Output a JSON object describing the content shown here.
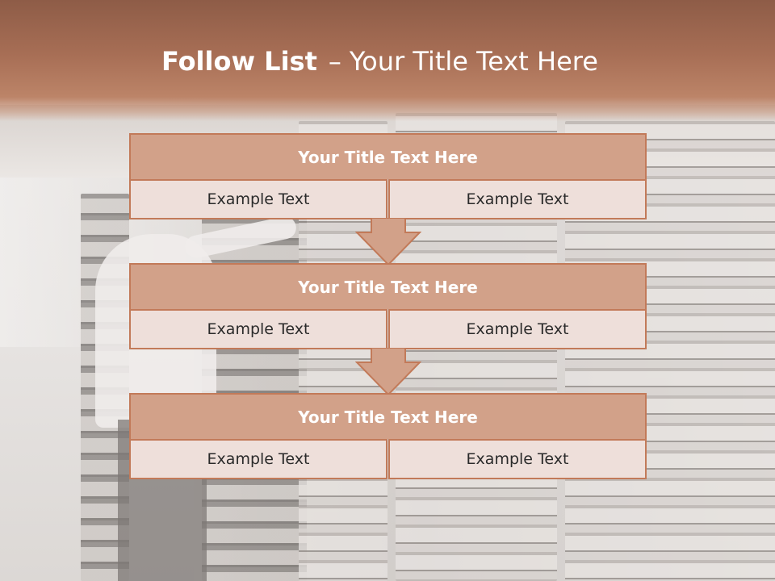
{
  "slide": {
    "title_bold": "Follow List",
    "title_separator": "–",
    "title_rest": "Your Title Text Here"
  },
  "steps": [
    {
      "heading": "Your Title Text Here",
      "left_text": "Example Text",
      "right_text": "Example Text"
    },
    {
      "heading": "Your Title Text Here",
      "left_text": "Example Text",
      "right_text": "Example Text"
    },
    {
      "heading": "Your Title Text Here",
      "left_text": "Example Text",
      "right_text": "Example Text"
    }
  ],
  "colors": {
    "header_band": "#a76e55",
    "block_heading_fill": "#d2a189",
    "block_border": "#c27a59",
    "cell_fill": "#eedfda",
    "arrow_fill": "#d2a189"
  },
  "background": {
    "description_icon": "server-room-photo"
  }
}
